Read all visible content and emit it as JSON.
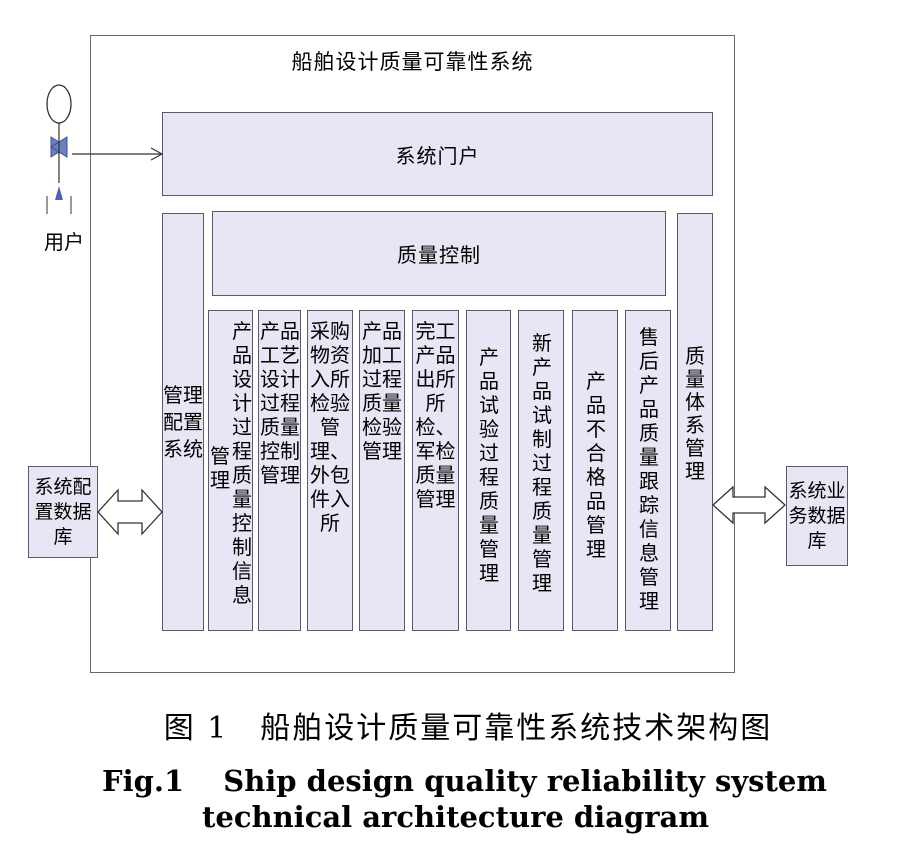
{
  "diagram": {
    "title": "船舶设计质量可靠性系统",
    "portal": "系统门户",
    "quality_control": "质量控制",
    "user_label": "用户",
    "left_column": "管理配置系统",
    "right_column": "质量体系管理",
    "config_db": "系统配置数据库",
    "business_db": "系统业务数据库",
    "modules": [
      "产品设计过程质量控制信息管理",
      "产品工艺设计过程质量控制管理",
      "采购物资入所检验管理、外包件入所",
      "产品加工过程质量检验管理",
      "完工产品出所所检、军检质量管理",
      "产品试验过程质量管理",
      "新产品试制过程质量管理",
      "产品不合格品管理",
      "售后产品质量跟踪信息管理"
    ]
  },
  "caption": {
    "cn": "图 1　船舶设计质量可靠性系统技术架构图",
    "en_line1": "Fig.1　 Ship design quality reliability system",
    "en_line2": "technical architecture diagram"
  }
}
